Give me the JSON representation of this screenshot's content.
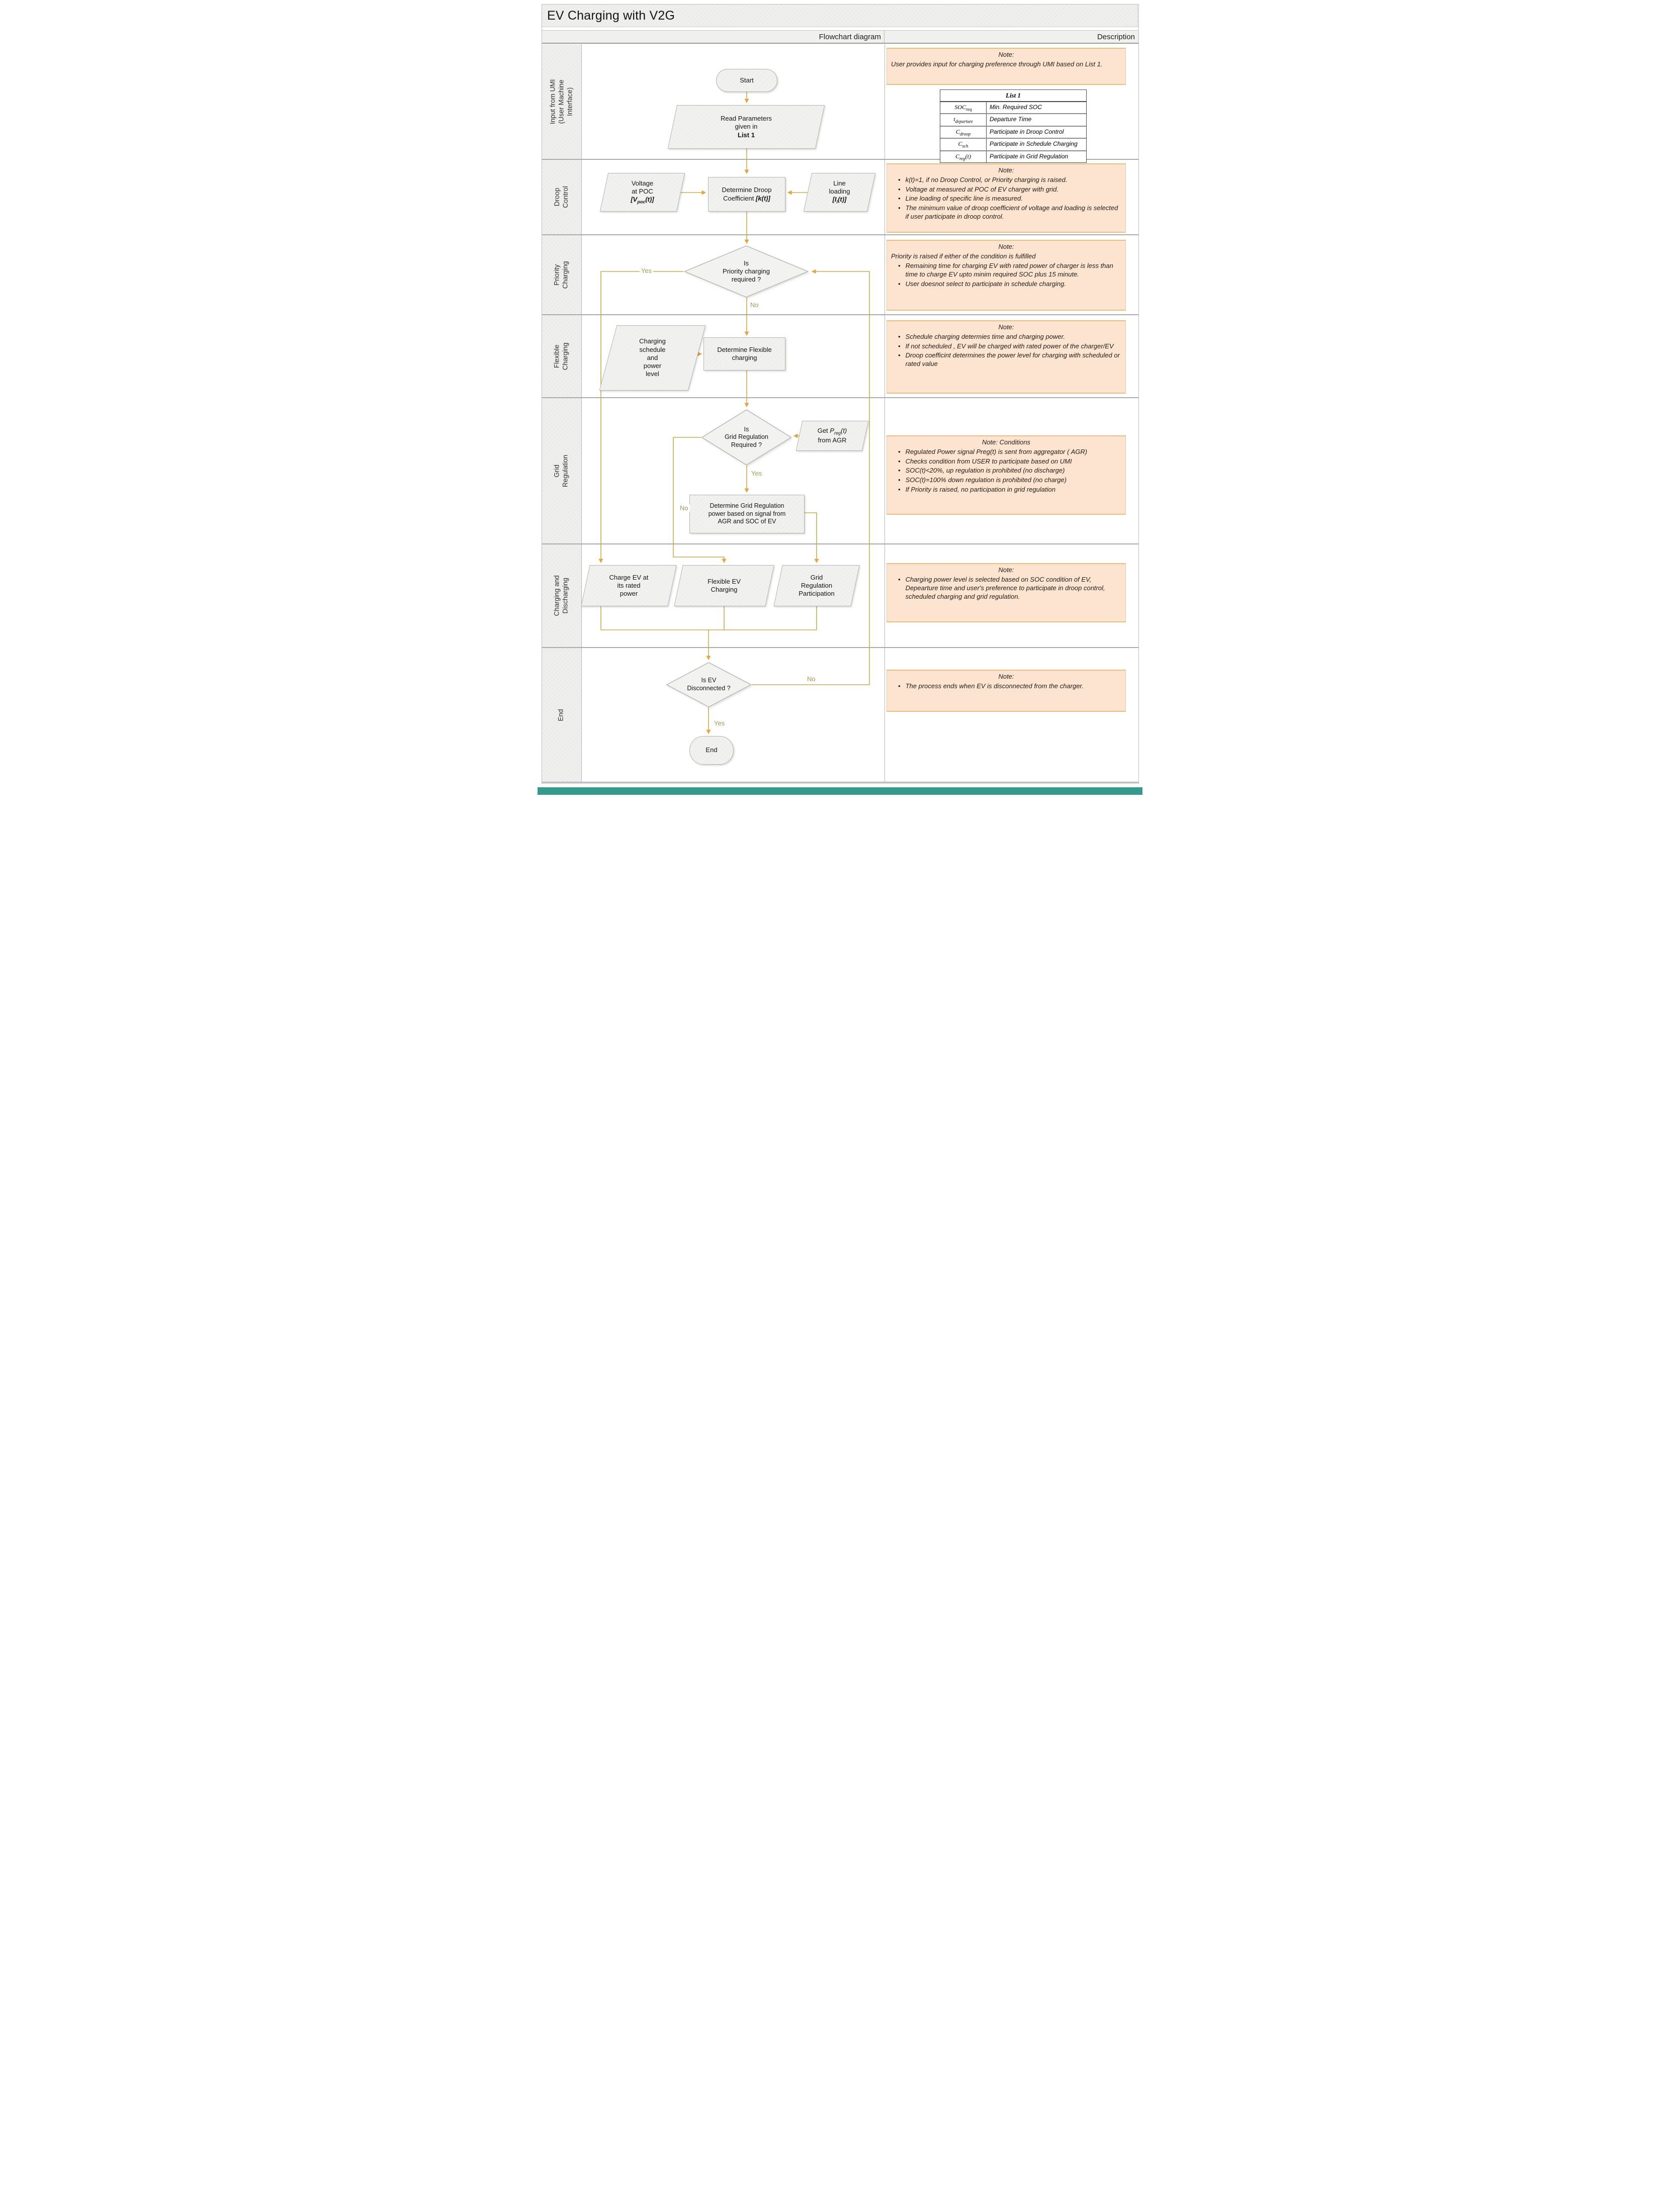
{
  "title": "EV Charging with V2G",
  "columns": {
    "flowchart": "Flowchart diagram",
    "description": "Description"
  },
  "lanes": [
    {
      "lines": [
        "Input from UMI",
        "(User Machine",
        "Interface)"
      ]
    },
    {
      "lines": [
        "Droop",
        "Control"
      ]
    },
    {
      "lines": [
        "Priority",
        "Charging"
      ]
    },
    {
      "lines": [
        "Flexible",
        "Charging"
      ]
    },
    {
      "lines": [
        "Grid",
        "Regulation"
      ]
    },
    {
      "lines": [
        "Charging and",
        "Discharging"
      ]
    },
    {
      "lines": [
        "End"
      ]
    }
  ],
  "flow": {
    "start": "Start",
    "read_params": {
      "l1": "Read Parameters",
      "l2": "given in",
      "l3": "List 1"
    },
    "voltage": {
      "l1": "Voltage",
      "l2": "at POC",
      "pre": "[V",
      "sub": "poc",
      "post": "(t)]"
    },
    "droop": {
      "l1": "Determine Droop",
      "l2": "Coefficient ",
      "kt": "[k(t)]"
    },
    "line_loading": {
      "l1": "Line",
      "l2": "loading",
      "pre": "[I",
      "sub": "i",
      "post": "(t)]"
    },
    "priority_q": {
      "l1": "Is",
      "l2": "Priority charging",
      "l3": "required ?"
    },
    "schedule": {
      "l1": "Charging",
      "l2": "schedule",
      "l3": "and",
      "l4": "power",
      "l5": "level"
    },
    "flexible": {
      "l1": "Determine Flexible",
      "l2": "charging"
    },
    "grid_q": {
      "l1": "Is",
      "l2": "Grid Regulation",
      "l3": "Required ?"
    },
    "get_preg": {
      "g1": "Get ",
      "g2": "P",
      "g3": "reg",
      "g4": "(t)",
      "l2": "from AGR"
    },
    "grid_power": {
      "l1": "Determine Grid Regulation",
      "l2": "power based on signal from",
      "l3": "AGR and SOC of EV"
    },
    "charge_rated": {
      "l1": "Charge EV at",
      "l2": "its rated",
      "l3": "power"
    },
    "flex_ev": {
      "l1": "Flexible EV",
      "l2": "Charging"
    },
    "grid_part": {
      "l1": "Grid",
      "l2": "Regulation",
      "l3": "Participation"
    },
    "end_q": {
      "l1": "Is EV",
      "l2": "Disconnected ?"
    },
    "end": "End",
    "labels": {
      "yes": "Yes",
      "no": "No"
    }
  },
  "notes": {
    "umi": {
      "title": "Note:",
      "body": "User provides input for charging preference through UMI based on List 1."
    },
    "droop": {
      "title": "Note:",
      "bullets": [
        "k(t)=1,  if no Droop Control, or Priority charging is raised.",
        "Voltage at measured at POC of EV charger with grid.",
        "Line loading of specific line is measured.",
        "The minimum value of droop coefficient of voltage and loading is selected if user participate in droop control."
      ]
    },
    "priority": {
      "title": "Note:",
      "intro": "Priority is raised if either of the condition is fulfilled",
      "bullets": [
        "Remaining time for charging EV with rated power of charger is less than time to charge EV upto minim required SOC plus 15 minute.",
        "User doesnot select to participate in schedule charging."
      ]
    },
    "flexible": {
      "title": "Note:",
      "bullets": [
        "Schedule charging determies time and charging power.",
        "If not scheduled , EV will be charged with rated power of the charger/EV",
        "Droop coefficint determines the power level for charging with scheduled or rated value"
      ]
    },
    "grid": {
      "title": "Note: Conditions",
      "bullets": [
        "Regulated Power signal Preg(t) is sent from aggregator ( AGR)",
        "Checks condition from USER to participate based on UMI",
        "SOC(t)<20%, up regulation is prohibited (no discharge)",
        " SOC(t)=100% down regulation is prohibited (no charge)",
        "If Priority is raised, no participation in grid regulation"
      ]
    },
    "charging": {
      "title": "Note:",
      "bullets": [
        "Charging power level is selected based on SOC condition of EV, Depearture time and user's preference to participate in droop control, scheduled charging and grid regulation."
      ]
    },
    "end": {
      "title": "Note:",
      "bullets": [
        "The process ends when EV is disconnected from the charger."
      ]
    }
  },
  "list1": {
    "caption": "List 1",
    "rows": [
      {
        "sym_pre": "SOC",
        "sym_sub": "req",
        "sym_post": "",
        "desc": "Min. Required SOC"
      },
      {
        "sym_pre": "t",
        "sym_sub": "departure",
        "sym_post": "",
        "desc": "Departure Time"
      },
      {
        "sym_pre": "C",
        "sym_sub": "droop",
        "sym_post": "",
        "desc": "Participate in Droop Control"
      },
      {
        "sym_pre": "C",
        "sym_sub": "sch",
        "sym_post": "",
        "desc": "Participate in Schedule Charging"
      },
      {
        "sym_pre": "C",
        "sym_sub": "reg",
        "sym_post": "(t)",
        "desc": "Participate in Grid Regulation"
      }
    ]
  },
  "colors": {
    "line": "#c9ad52",
    "arrow": "#e8a33d",
    "note_bg": "#fce4d1",
    "teal_bar": "#359a8c"
  }
}
